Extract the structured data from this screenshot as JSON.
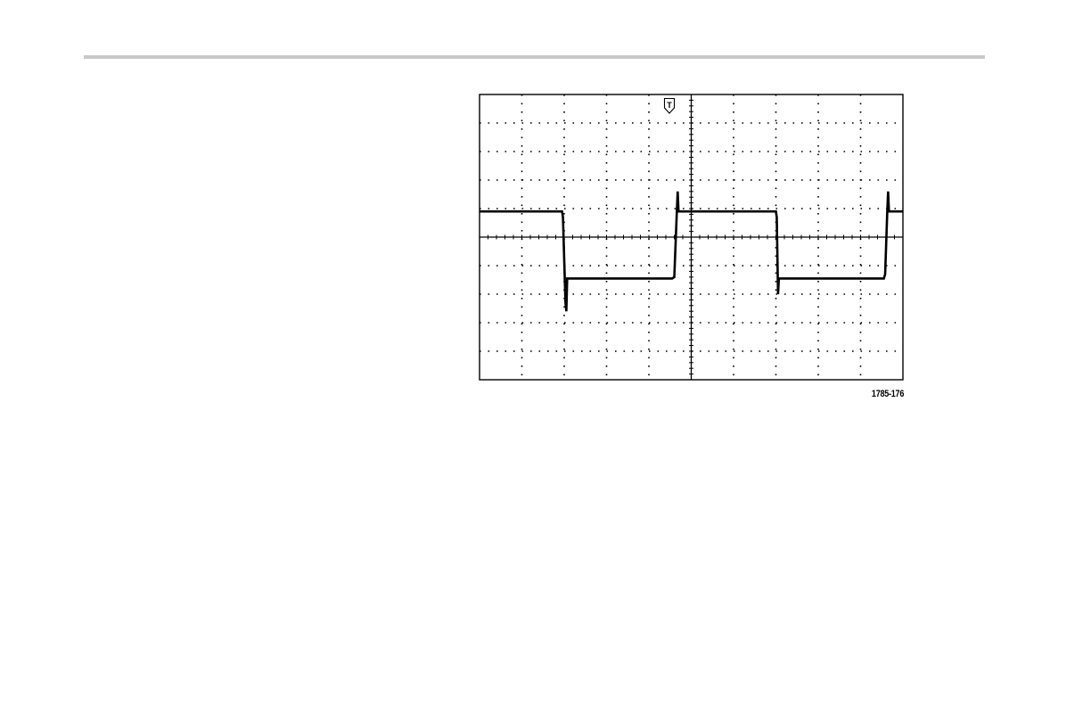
{
  "figure": {
    "id_label": "1785-176",
    "trigger_marker_label": "T",
    "colors": {
      "graticule": "#000000",
      "trace": "#000000",
      "header_rule": "#c8c8c8"
    }
  },
  "chart_data": {
    "type": "line",
    "title": "",
    "xlabel": "",
    "ylabel": "",
    "grid": true,
    "divisions": {
      "horizontal": 10,
      "vertical": 10
    },
    "xlim": [
      0,
      10
    ],
    "ylim": [
      -5,
      5
    ],
    "series": [
      {
        "points": [
          [
            0.0,
            0.9
          ],
          [
            1.95,
            0.9
          ],
          [
            1.97,
            0.7
          ],
          [
            2.03,
            -2.3
          ],
          [
            2.05,
            -2.6
          ],
          [
            2.07,
            -1.45
          ],
          [
            2.12,
            -1.45
          ],
          [
            4.55,
            -1.45
          ],
          [
            4.6,
            -1.4
          ],
          [
            4.66,
            0.9
          ],
          [
            4.68,
            1.6
          ],
          [
            4.7,
            0.9
          ],
          [
            4.72,
            0.9
          ],
          [
            7.0,
            0.9
          ],
          [
            7.02,
            0.7
          ],
          [
            7.05,
            -2.0
          ],
          [
            7.07,
            -1.45
          ],
          [
            9.55,
            -1.45
          ],
          [
            9.58,
            -1.3
          ],
          [
            9.63,
            0.9
          ],
          [
            9.65,
            1.6
          ],
          [
            9.67,
            0.9
          ],
          [
            10.0,
            0.9
          ]
        ]
      }
    ]
  }
}
